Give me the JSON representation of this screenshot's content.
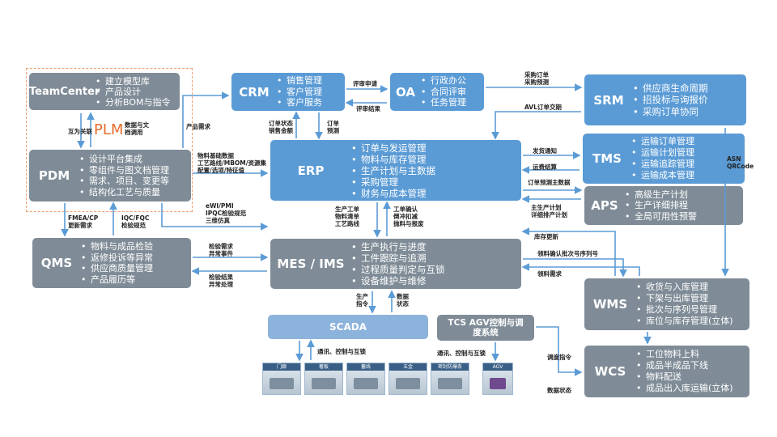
{
  "plm_label": "PLM",
  "boxes": {
    "teamcenter": {
      "title": "TeamCenter",
      "items": [
        "建立模型库",
        "产品设计",
        "分析BOM与指令"
      ]
    },
    "pdm": {
      "title": "PDM",
      "items": [
        "设计平台集成",
        "零组件与图文档管理",
        "需求、项目、变更等",
        "结构化工艺与质量"
      ]
    },
    "qms": {
      "title": "QMS",
      "items": [
        "物料与成品检验",
        "返修投诉等异常",
        "供应商质量管理",
        "产品履历等"
      ]
    },
    "crm": {
      "title": "CRM",
      "items": [
        "销售管理",
        "客户管理",
        "客户服务"
      ]
    },
    "oa": {
      "title": "OA",
      "items": [
        "行政办公",
        "合同评审",
        "任务管理"
      ]
    },
    "erp": {
      "title": "ERP",
      "items": [
        "订单与发运管理",
        "物料与库存管理",
        "生产计划与主数据",
        "采购管理",
        "财务与成本管理"
      ]
    },
    "mes": {
      "title": "MES / IMS",
      "items": [
        "生产执行与进度",
        "工件跟踪与追溯",
        "过程质量判定与互锁",
        "设备维护与维修"
      ]
    },
    "srm": {
      "title": "SRM",
      "items": [
        "供应商生命周期",
        "招投标与询报价",
        "采购订单协同"
      ]
    },
    "tms": {
      "title": "TMS",
      "items": [
        "运输订单管理",
        "运输计划管理",
        "运输追踪管理",
        "运输成本管理"
      ]
    },
    "aps": {
      "title": "APS",
      "items": [
        "高级生产计划",
        "生产详细排程",
        "全局可用性预警"
      ]
    },
    "wms": {
      "title": "WMS",
      "items": [
        "收货与入库管理",
        "下架与出库管理",
        "批次与序列号管理",
        "库位与库存管理(立体)"
      ]
    },
    "wcs": {
      "title": "WCS",
      "items": [
        "工位物料上料",
        "成品半成品下线",
        "物料配送",
        "成品出入库运输(立体)"
      ]
    },
    "scada": {
      "title": "SCADA"
    },
    "tcs": {
      "title": "TCS AGV控制与调度系统"
    }
  },
  "labels": {
    "mutual": "互为关联",
    "docs": "数据与文\n档调用",
    "product_req": "产品需求",
    "bom": "物料基础数据\n工艺路线/MBOM/资源集\n配置/选项/特征值",
    "fmea": "FMEA/CP\n更新需求",
    "iqc": "IQC/FQC\n检验规范",
    "ewi": "eWI/PMI\nIPQC检验规范\n三维仿真",
    "order_status": "订单状态\n销售金额",
    "order_forecast": "订单\n预测",
    "review_req": "评审申请",
    "review_result": "评审结果",
    "po_forecast": "采购订单\n采购预测",
    "avl": "AVL订单交期",
    "ship_notice": "发货通知",
    "freight": "运费结算",
    "order_forecast_master": "订单预测主数据",
    "main_plan": "主生产计划\n详细排产计划",
    "asn": "ASN\nQRCode",
    "prod_order": "生产工单\n物料清单\n工艺路线",
    "wo_confirm": "工单确认\n倒冲扣减\n抛料与报废",
    "inv_update": "库存更新",
    "pick_confirm": "领料确认批次号序列号",
    "pick_req": "领料需求",
    "qc_req": "检验需求\n异常事件",
    "qc_result": "检验结果\n异常处理",
    "prod_cmd": "生产\n指令",
    "data_status": "数据\n状态",
    "comm1": "通讯、控制与互锁",
    "comm2": "通讯、控制与互锁",
    "dispatch": "调度指令",
    "data_status2": "数据状态"
  },
  "thumbnails": [
    "门廊",
    "著板",
    "蓄线",
    "五金",
    "密封防爆条"
  ],
  "agv_thumb": "AGV"
}
